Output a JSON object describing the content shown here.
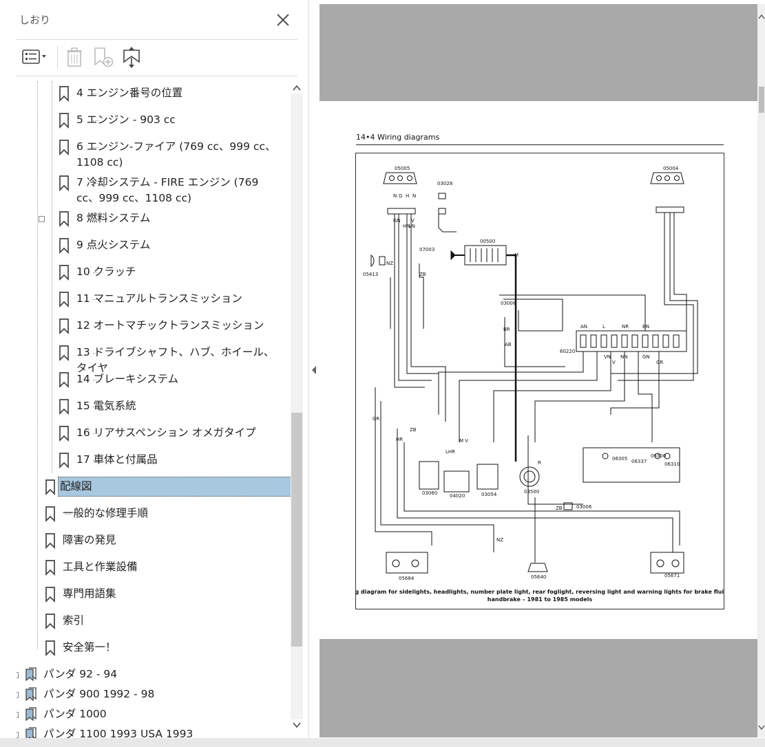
{
  "sidebar": {
    "title": "しおり",
    "close_icon": "close-icon",
    "toolbar": {
      "options_icon": "list-options-icon",
      "delete_icon": "trash-icon",
      "new_bookmark_icon": "new-bookmark-icon",
      "expand_icon": "expand-bookmark-icon"
    },
    "items": [
      {
        "label": "4 エンジン番号の位置",
        "level": 2
      },
      {
        "label": "5 エンジン - 903 cc",
        "level": 2
      },
      {
        "label": "6 エンジン-ファイア (769 cc、999 cc、1108 cc)",
        "level": 2
      },
      {
        "label": "7 冷却システム - FIRE エンジン (769 cc、999 cc、1108 cc)",
        "level": 2
      },
      {
        "label": "8 燃料システム",
        "level": 2,
        "collapsible": true
      },
      {
        "label": "9 点火システム",
        "level": 2
      },
      {
        "label": "10 クラッチ",
        "level": 2
      },
      {
        "label": "11 マニュアルトランスミッション",
        "level": 2
      },
      {
        "label": "12 オートマチックトランスミッション",
        "level": 2
      },
      {
        "label": "13 ドライブシャフト、ハブ、ホイール、タイヤ",
        "level": 2
      },
      {
        "label": "14 ブレーキシステム",
        "level": 2
      },
      {
        "label": "15 電気系統",
        "level": 2
      },
      {
        "label": "16 リアサスペンション オメガタイプ",
        "level": 2
      },
      {
        "label": "17 車体と付属品",
        "level": 2
      },
      {
        "label": "配線図",
        "level": 1,
        "selected": true
      },
      {
        "label": "一般的な修理手順",
        "level": 1
      },
      {
        "label": "障害の発見",
        "level": 1
      },
      {
        "label": "工具と作業設備",
        "level": 1
      },
      {
        "label": "専門用語集",
        "level": 1
      },
      {
        "label": "索引",
        "level": 1
      },
      {
        "label": "安全第一！",
        "level": 1
      },
      {
        "label": "パンダ 92 - 94",
        "level": 0,
        "collapsible": true
      },
      {
        "label": "パンダ 900 1992 - 98",
        "level": 0,
        "collapsible": true
      },
      {
        "label": "パンダ 1000",
        "level": 0,
        "collapsible": true
      },
      {
        "label": "パンダ 1100 1993 USA 1993",
        "level": 0,
        "collapsible": true
      }
    ]
  },
  "document": {
    "page_header": "14•4  Wiring diagrams",
    "caption_line1": "Wiring diagram for sidelights, headlights, number plate light, rear foglight, reversing light and warning lights for brake fluid and",
    "caption_line2": "handbrake – 1981 to 1985 models",
    "components": [
      "05005",
      "03028",
      "05004",
      "00500",
      "07003",
      "05413",
      "03008",
      "60220",
      "03060",
      "04020",
      "03054",
      "03500",
      "06305",
      "06337",
      "06300",
      "06310",
      "03006",
      "05684",
      "05640",
      "05671"
    ],
    "wire_codes": [
      "N",
      "G",
      "H",
      "N",
      "GN",
      "V",
      "VN",
      "HN",
      "NZ",
      "ZB",
      "M",
      "AN",
      "L",
      "NR",
      "BN",
      "BR",
      "AB",
      "VN",
      "V",
      "NN",
      "GN",
      "GR",
      "GR",
      "ZB",
      "HR",
      "LHR",
      "M V",
      "R",
      "ZB",
      "NZ"
    ]
  },
  "colors": {
    "selection": "#a8c8e0",
    "viewer_gray": "#a9a9a9"
  }
}
